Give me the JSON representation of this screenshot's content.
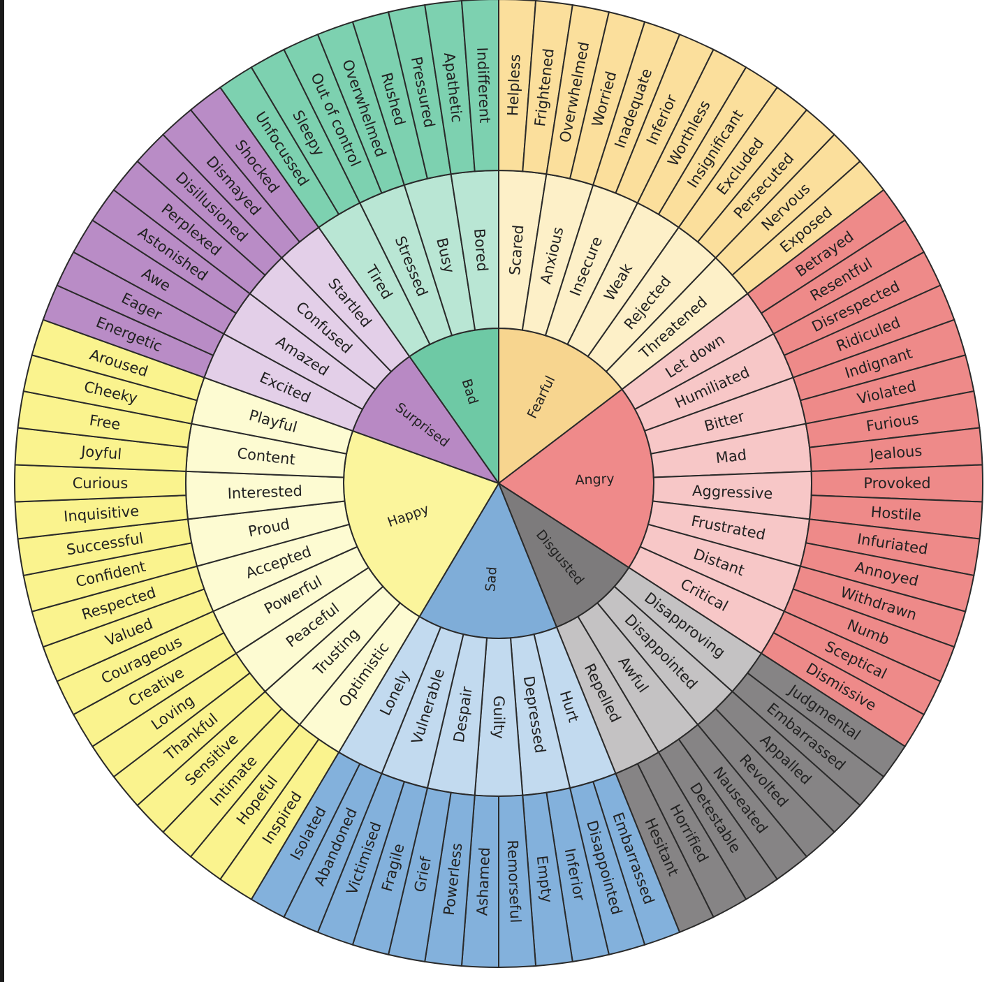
{
  "wheel": {
    "categories": [
      {
        "key": "fearful",
        "label": "Fearful",
        "colors": [
          "#f7d58f",
          "#fdf0c8",
          "#fbdf9c"
        ],
        "children": [
          {
            "label": "Scared",
            "leaves": [
              "Helpless",
              "Frightened"
            ]
          },
          {
            "label": "Anxious",
            "leaves": [
              "Overwhelmed",
              "Worried"
            ]
          },
          {
            "label": "Insecure",
            "leaves": [
              "Inadequate",
              "Inferior"
            ]
          },
          {
            "label": "Weak",
            "leaves": [
              "Worthless",
              "Insignificant"
            ]
          },
          {
            "label": "Rejected",
            "leaves": [
              "Excluded",
              "Persecuted"
            ]
          },
          {
            "label": "Threatened",
            "leaves": [
              "Nervous",
              "Exposed"
            ]
          }
        ]
      },
      {
        "key": "angry",
        "label": "Angry",
        "colors": [
          "#ef8a8a",
          "#f7c7c7",
          "#ee8a89"
        ],
        "children": [
          {
            "label": "Let down",
            "leaves": [
              "Betrayed",
              "Resentful"
            ]
          },
          {
            "label": "Humiliated",
            "leaves": [
              "Disrespected",
              "Ridiculed"
            ]
          },
          {
            "label": "Bitter",
            "leaves": [
              "Indignant",
              "Violated"
            ]
          },
          {
            "label": "Mad",
            "leaves": [
              "Furious",
              "Jealous"
            ]
          },
          {
            "label": "Aggressive",
            "leaves": [
              "Provoked",
              "Hostile"
            ]
          },
          {
            "label": "Frustrated",
            "leaves": [
              "Infuriated",
              "Annoyed"
            ]
          },
          {
            "label": "Distant",
            "leaves": [
              "Withdrawn",
              "Numb"
            ]
          },
          {
            "label": "Critical",
            "leaves": [
              "Sceptical",
              "Dismissive"
            ]
          }
        ]
      },
      {
        "key": "disgusted",
        "label": "Disgusted",
        "colors": [
          "#7d7b7c",
          "#c4c2c3",
          "#868485"
        ],
        "children": [
          {
            "label": "Disapproving",
            "leaves": [
              "Judgmental",
              "Embarrassed"
            ]
          },
          {
            "label": "Disappointed",
            "leaves": [
              "Appalled",
              "Revolted"
            ]
          },
          {
            "label": "Awful",
            "leaves": [
              "Nauseated",
              "Detestable"
            ]
          },
          {
            "label": "Repelled",
            "leaves": [
              "Horrified",
              "Hesitant"
            ]
          }
        ]
      },
      {
        "key": "sad",
        "label": "Sad",
        "colors": [
          "#7fadd8",
          "#c2daef",
          "#83b1dc"
        ],
        "children": [
          {
            "label": "Hurt",
            "leaves": [
              "Embarrassed",
              "Disappointed"
            ]
          },
          {
            "label": "Depressed",
            "leaves": [
              "Inferior",
              "Empty"
            ]
          },
          {
            "label": "Guilty",
            "leaves": [
              "Remorseful",
              "Ashamed"
            ]
          },
          {
            "label": "Despair",
            "leaves": [
              "Powerless",
              "Grief"
            ]
          },
          {
            "label": "Vulnerable",
            "leaves": [
              "Fragile",
              "Victimised"
            ]
          },
          {
            "label": "Lonely",
            "leaves": [
              "Abandoned",
              "Isolated"
            ]
          }
        ]
      },
      {
        "key": "happy",
        "label": "Happy",
        "colors": [
          "#fbf59c",
          "#fdfbd2",
          "#faf38e"
        ],
        "children": [
          {
            "label": "Optimistic",
            "leaves": [
              "Inspired",
              "Hopeful"
            ]
          },
          {
            "label": "Trusting",
            "leaves": [
              "Intimate",
              "Sensitive"
            ]
          },
          {
            "label": "Peaceful",
            "leaves": [
              "Thankful",
              "Loving"
            ]
          },
          {
            "label": "Powerful",
            "leaves": [
              "Creative",
              "Courageous"
            ]
          },
          {
            "label": "Accepted",
            "leaves": [
              "Valued",
              "Respected"
            ]
          },
          {
            "label": "Proud",
            "leaves": [
              "Confident",
              "Successful"
            ]
          },
          {
            "label": "Interested",
            "leaves": [
              "Inquisitive",
              "Curious"
            ]
          },
          {
            "label": "Content",
            "leaves": [
              "Joyful",
              "Free"
            ]
          },
          {
            "label": "Playful",
            "leaves": [
              "Cheeky",
              "Aroused"
            ]
          }
        ]
      },
      {
        "key": "surprised",
        "label": "Surprised",
        "colors": [
          "#b889c4",
          "#e3cfe8",
          "#b98cc6"
        ],
        "children": [
          {
            "label": "Excited",
            "leaves": [
              "Energetic",
              "Eager"
            ]
          },
          {
            "label": "Amazed",
            "leaves": [
              "Awe",
              "Astonished"
            ]
          },
          {
            "label": "Confused",
            "leaves": [
              "Perplexed",
              "Disillusioned"
            ]
          },
          {
            "label": "Startled",
            "leaves": [
              "Dismayed",
              "Shocked"
            ]
          }
        ]
      },
      {
        "key": "bad",
        "label": "Bad",
        "colors": [
          "#6ec9a5",
          "#b9e6d4",
          "#7dd1b0"
        ],
        "children": [
          {
            "label": "Tired",
            "leaves": [
              "Unfocussed",
              "Sleepy"
            ]
          },
          {
            "label": "Stressed",
            "leaves": [
              "Out of control",
              "Overwhelmed"
            ]
          },
          {
            "label": "Busy",
            "leaves": [
              "Rushed",
              "Pressured"
            ]
          },
          {
            "label": "Bored",
            "leaves": [
              "Apathetic",
              "Indifferent"
            ]
          }
        ]
      }
    ]
  }
}
